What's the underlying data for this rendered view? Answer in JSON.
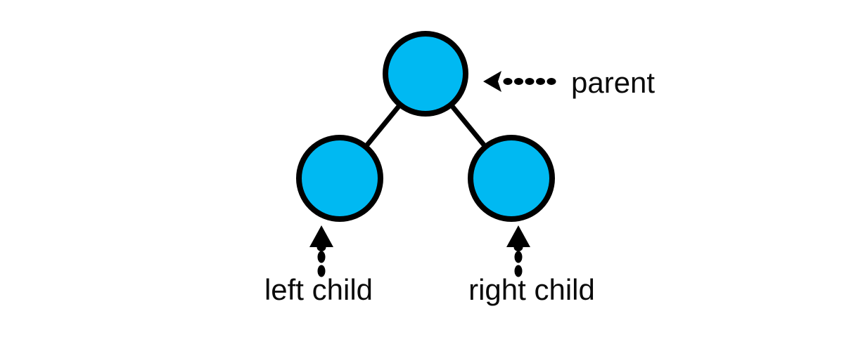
{
  "diagram": {
    "type": "binary-tree",
    "labels": {
      "parent": "parent",
      "left_child": "left child",
      "right_child": "right child"
    },
    "colors": {
      "node_fill": "#00b9f2",
      "node_stroke": "#000000",
      "edge_stroke": "#000000",
      "arrow_color": "#000000",
      "text_color": "#0a0a0a",
      "background": "#ffffff"
    },
    "nodes": [
      {
        "id": "parent-node",
        "annotation": "parent"
      },
      {
        "id": "left-child-node",
        "annotation": "left child"
      },
      {
        "id": "right-child-node",
        "annotation": "right child"
      }
    ]
  }
}
